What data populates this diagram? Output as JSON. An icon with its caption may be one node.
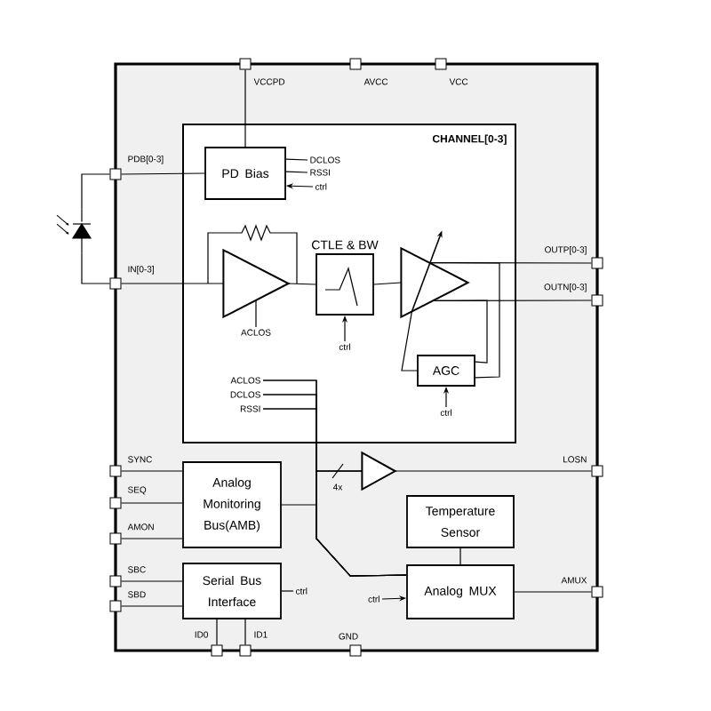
{
  "diagram": {
    "nodes": [
      {
        "text": [],
        "shape": "box"
      },
      {
        "text": [
          "CHANNEL[0-3]"
        ],
        "in": 0
      },
      {
        "text": [
          "PD Bias"
        ],
        "in": 1
      },
      {
        "text": [],
        "shape": "triangle",
        "in": 1
      },
      {
        "text": [
          "CTLE & BW"
        ],
        "in": 1
      },
      {
        "text": [],
        "shape": "triangle",
        "in": 1
      },
      {
        "text": [
          "AGC"
        ],
        "in": 1
      },
      {
        "text": [
          "ACLOS"
        ],
        "in": 1
      },
      {
        "text": [
          "DCLOS"
        ],
        "in": 1
      },
      {
        "text": [
          "RSSI"
        ],
        "in": 1
      },
      {
        "text": [
          "Analog Monitoring Bus(AMB)"
        ],
        "in": 0
      },
      {
        "text": [
          "Serial Bus Interface"
        ],
        "in": 0
      },
      {
        "text": [],
        "shape": "triangle",
        "in": 0
      },
      {
        "text": [
          "Temperature Sensor"
        ],
        "in": 0
      },
      {
        "text": [
          "Analog MUX"
        ],
        "in": 0
      },
      {
        "text": [],
        "shape": "diode"
      },
      {
        "text": [],
        "shape": "box",
        "beside": [
          "VCCPD"
        ]
      },
      {
        "text": [],
        "shape": "box",
        "beside": [
          "AVCC"
        ]
      },
      {
        "text": [],
        "shape": "box",
        "beside": [
          "VCC"
        ]
      },
      {
        "text": [],
        "shape": "box",
        "beside": [
          "PDB[0-3]"
        ]
      },
      {
        "text": [],
        "shape": "box",
        "beside": [
          "IN[0-3]"
        ]
      },
      {
        "text": [],
        "shape": "box",
        "beside": [
          "OUTP[0-3]"
        ]
      },
      {
        "text": [],
        "shape": "box",
        "beside": [
          "OUTN[0-3]"
        ]
      },
      {
        "text": [],
        "shape": "box",
        "beside": [
          "SYNC"
        ]
      },
      {
        "text": [],
        "shape": "box",
        "beside": [
          "SEQ"
        ]
      },
      {
        "text": [],
        "shape": "box",
        "beside": [
          "AMON"
        ]
      },
      {
        "text": [],
        "shape": "box",
        "beside": [
          "SBC"
        ]
      },
      {
        "text": [],
        "shape": "box",
        "beside": [
          "SBD"
        ]
      },
      {
        "text": [],
        "shape": "box",
        "beside": [
          "LOSN"
        ]
      },
      {
        "text": [],
        "shape": "box",
        "beside": [
          "AMUX"
        ]
      },
      {
        "text": [],
        "shape": "box",
        "beside": [
          "ID0"
        ]
      },
      {
        "text": [],
        "shape": "box",
        "beside": [
          "ID1"
        ]
      },
      {
        "text": [],
        "shape": "box",
        "beside": [
          "GND"
        ]
      },
      {
        "text": [
          "DCLOS"
        ],
        "in": 1
      },
      {
        "text": [
          "RSSI"
        ],
        "in": 1
      },
      {
        "text": [
          "ctrl"
        ],
        "in": 1
      },
      {
        "text": [
          "ACLOS"
        ],
        "in": 1
      },
      {
        "text": [
          "ctrl"
        ],
        "in": 1
      },
      {
        "text": [
          "ctrl"
        ],
        "in": 1
      },
      {
        "text": [
          "ctrl"
        ],
        "in": 0
      },
      {
        "text": [
          "ctrl"
        ],
        "in": 0
      }
    ],
    "edges": [
      {
        "from": 16,
        "to": 2,
        "arrow": "none"
      },
      {
        "from": 19,
        "to": 2,
        "arrow": "none"
      },
      {
        "from": 20,
        "to": 3,
        "arrow": "none"
      },
      {
        "from": 15,
        "to": 19,
        "arrow": "none"
      },
      {
        "from": 15,
        "to": 20,
        "arrow": "none"
      },
      {
        "from": 3,
        "to": 4,
        "arrow": "none"
      },
      {
        "from": 4,
        "to": 5,
        "arrow": "none"
      },
      {
        "from": 5,
        "to": 21,
        "arrow": "none"
      },
      {
        "from": 5,
        "to": 22,
        "arrow": "none"
      },
      {
        "from": 5,
        "to": 6,
        "arrow": "none"
      },
      {
        "from": 5,
        "to": 6,
        "arrow": "none"
      },
      {
        "from": 6,
        "to": 5,
        "arrow": "none"
      },
      {
        "from": 2,
        "to": 33,
        "arrow": "none"
      },
      {
        "from": 2,
        "to": 34,
        "arrow": "none"
      },
      {
        "from": 35,
        "to": 2,
        "arrow": "to"
      },
      {
        "from": 3,
        "to": 36,
        "arrow": "none"
      },
      {
        "from": 37,
        "to": 4,
        "arrow": "to"
      },
      {
        "from": 38,
        "to": 6,
        "arrow": "to"
      },
      {
        "from": 11,
        "to": 39,
        "arrow": "none"
      },
      {
        "from": 40,
        "to": 14,
        "arrow": "to"
      },
      {
        "from": 7,
        "to": 12,
        "arrow": "none"
      },
      {
        "from": 8,
        "to": 12,
        "arrow": "none"
      },
      {
        "from": 9,
        "to": 12,
        "arrow": "none"
      },
      {
        "from": 7,
        "to": 14,
        "arrow": "none"
      },
      {
        "from": 8,
        "to": 14,
        "arrow": "none"
      },
      {
        "from": 9,
        "to": 14,
        "arrow": "none"
      },
      {
        "from": 10,
        "to": 14,
        "arrow": "none"
      },
      {
        "from": 13,
        "to": 14,
        "arrow": "none"
      },
      {
        "from": 14,
        "to": 29,
        "arrow": "none"
      },
      {
        "from": 12,
        "to": 28,
        "arrow": "none"
      },
      {
        "from": 23,
        "to": 10,
        "arrow": "none"
      },
      {
        "from": 24,
        "to": 10,
        "arrow": "none"
      },
      {
        "from": 25,
        "to": 10,
        "arrow": "none"
      },
      {
        "from": 26,
        "to": 11,
        "arrow": "none"
      },
      {
        "from": 27,
        "to": 11,
        "arrow": "none"
      },
      {
        "from": 30,
        "to": 11,
        "arrow": "none"
      },
      {
        "from": 31,
        "to": 11,
        "arrow": "none"
      }
    ],
    "labels": [
      "4x"
    ]
  }
}
